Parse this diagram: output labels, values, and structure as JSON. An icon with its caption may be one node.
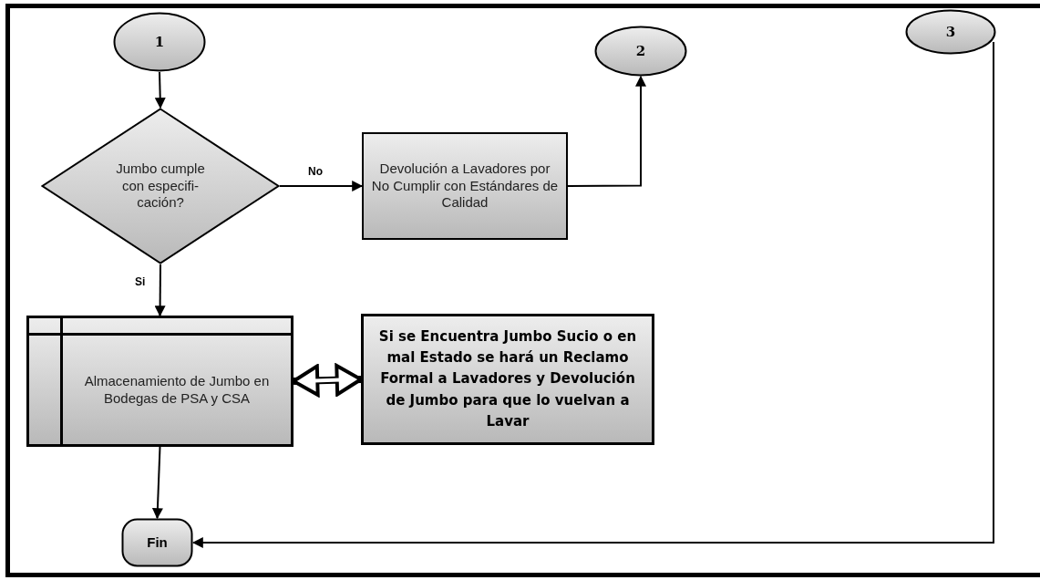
{
  "diagram": {
    "nodes": [
      {
        "text": [
          "1"
        ]
      },
      {
        "text": [
          "Jumbo cumple con especifi- cación?"
        ]
      },
      {
        "text": [
          "Devolución a Lavadores por No Cumplir con Estándares de Calidad"
        ]
      },
      {
        "text": [
          "2"
        ]
      },
      {
        "text": [
          "3"
        ]
      },
      {
        "text": [
          "Almacenamiento de Jumbo en Bodegas de PSA y CSA"
        ]
      },
      {
        "text": [
          "Si se Encuentra Jumbo Sucio o en mal Estado se hará un Reclamo Formal a Lavadores y Devolución de Jumbo para que lo vuelvan a Lavar"
        ]
      },
      {
        "text": [
          "Fin"
        ]
      }
    ],
    "edges": [
      {
        "from": 0,
        "to": 1,
        "arrow": "to"
      },
      {
        "from": 1,
        "to": 2,
        "arrow": "to",
        "label": "No"
      },
      {
        "from": 2,
        "to": 3,
        "arrow": "to"
      },
      {
        "from": 1,
        "to": 5,
        "arrow": "to",
        "label": "Si"
      },
      {
        "from": 5,
        "to": 6,
        "arrow": "both",
        "style": "thick"
      },
      {
        "from": 5,
        "to": 7,
        "arrow": "to"
      },
      {
        "from": 4,
        "to": 7,
        "arrow": "to"
      }
    ]
  }
}
